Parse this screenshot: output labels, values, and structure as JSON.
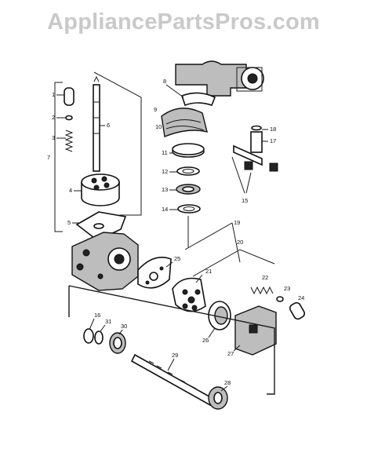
{
  "watermark": "AppliancePartsPros.com",
  "callouts": [
    "1",
    "2",
    "3",
    "4",
    "5",
    "6",
    "7",
    "8",
    "9",
    "10",
    "11",
    "12",
    "13",
    "14",
    "15",
    "16",
    "17",
    "18",
    "19",
    "20",
    "21",
    "22",
    "23",
    "24",
    "25",
    "26",
    "27",
    "28",
    "29",
    "30",
    "31"
  ]
}
